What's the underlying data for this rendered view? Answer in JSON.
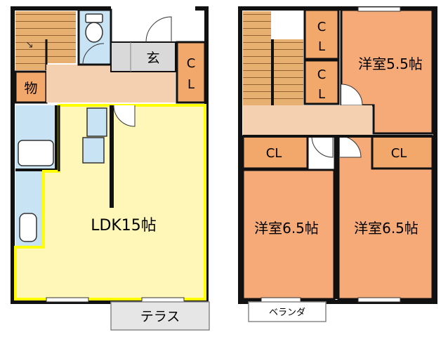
{
  "floor1": {
    "storage": "物",
    "entrance": "玄",
    "closet": "C\nL",
    "ldk": "LDK15帖",
    "terrace": "テラス"
  },
  "floor2": {
    "closet_top": "C\nL",
    "closet_mid": "C\nL",
    "room_top_right": "洋室5.5帖",
    "closet_left": "CL",
    "closet_right": "CL",
    "room_left": "洋室6.5帖",
    "room_right": "洋室6.5帖",
    "balcony": "ベランダ"
  },
  "colors": {
    "wall": "#111111",
    "stair": "#e8b070",
    "hall": "#f4cfb0",
    "closet": "#f2a86b",
    "room": "#f5aa78",
    "ldk": "#fff7b8",
    "ldk_border": "#ffff00",
    "wet": "#c7e3f4",
    "entrance": "#d9d9d9",
    "terrace": "#e6e6e6"
  }
}
